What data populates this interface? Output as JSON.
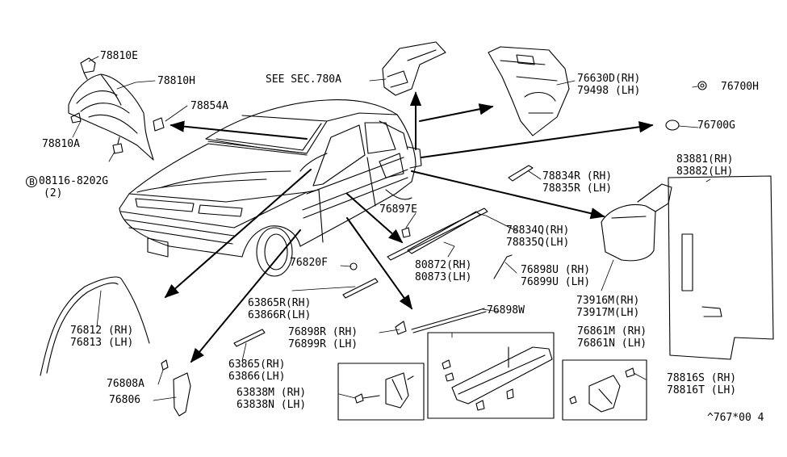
{
  "diagram": {
    "parts": {
      "p78810E": "78810E",
      "p78810H": "78810H",
      "p78854A": "78854A",
      "p78810A": "78810A",
      "bolt_line1": "08116-8202G",
      "bolt_line2": "(2)",
      "bolt_badge": "B",
      "see_sec": "SEE SEC.780A",
      "p76630D": "76630D(RH)",
      "p79498": "79498 (LH)",
      "p76700H": "76700H",
      "p76700G": "76700G",
      "p83881": "83881(RH)",
      "p83882": "83882(LH)",
      "p78834R": "78834R (RH)",
      "p78835R": "78835R (LH)",
      "p76897E": "76897E",
      "p78834Q": "78834Q(RH)",
      "p78835Q": "78835Q(LH)",
      "p80872": "80872(RH)",
      "p80873": "80873(LH)",
      "p76820F": "76820F",
      "p76898U": "76898U (RH)",
      "p76899U": "76899U (LH)",
      "p63865R": "63865R(RH)",
      "p63866R": "63866R(LH)",
      "p73916M": "73916M(RH)",
      "p73917M": "73917M(LH)",
      "p76898W": "76898W",
      "p76812": "76812 (RH)",
      "p76813": "76813 (LH)",
      "p76898R": "76898R (RH)",
      "p76899R": "76899R (LH)",
      "p76861M": "76861M (RH)",
      "p76861N": "76861N (LH)",
      "p63865": "63865(RH)",
      "p63866": "63866(LH)",
      "p76808A": "76808A",
      "p76806": "76806",
      "p63838M": "63838M (RH)",
      "p63838N": "63838N (LH)",
      "p78816S": "78816S (RH)",
      "p78816T": "78816T (LH)"
    },
    "footer_code": "^767*00 4"
  }
}
